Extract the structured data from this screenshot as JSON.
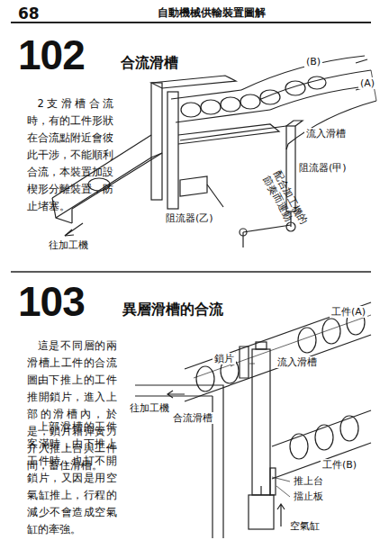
{
  "diagram": {
    "labels": [
      "68",
      "自動機械供輸裝置圖解",
      "102",
      "合流滑槽",
      "2支滑槽合流時，有的工件形狀在合流點附近會彼此干涉，不能順利合流，本裝置加設楔形分離裝置，防止堵塞。",
      "(B)",
      "(A)",
      "流入滑槽",
      "阻流器(甲)",
      "配合加工機的節奏而運動",
      "阻流器(乙)",
      "往加工機",
      "103",
      "異層滑槽的合流",
      "這是不同層的兩滑槽上工件的合流圖。",
      "由下推上的工件推開鎖片，進入上部的滑槽內，於是，鎖片藉彈簧力介入推上台與工件間，蓄住滑槽。",
      "上部滑槽的工件客滿時，由下推上工件時，也打不開鎖片，又因是用空氣缸推上，行程的減少不會造成空氣缸的牽強。",
      "工件(A)",
      "鎖片",
      "流入滑槽",
      "往加工機",
      "合流滑槽",
      "工件(B)",
      "推上台",
      "擋止板",
      "空氣缸"
    ]
  }
}
